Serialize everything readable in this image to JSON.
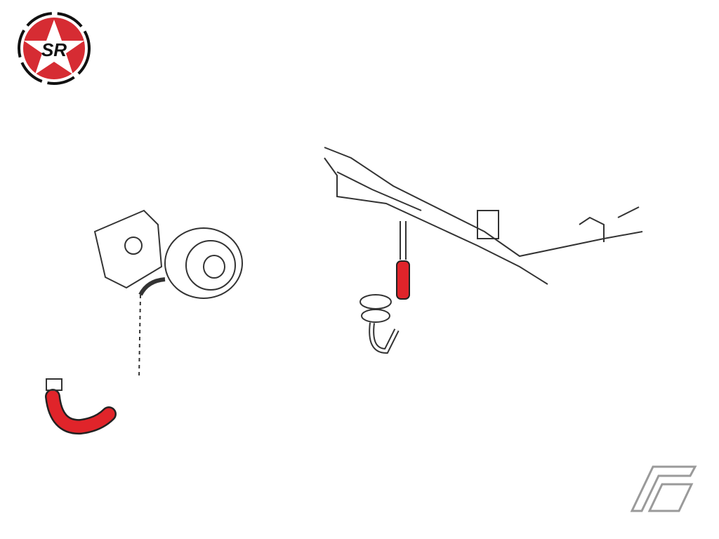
{
  "logo": {
    "text": "SR",
    "color": "#d62c33"
  },
  "diagram": {
    "highlight_color": "#e0242a",
    "line_color": "#333333",
    "parts": [
      "water-pump",
      "bypass-hose",
      "water-pipe-assembly",
      "pipe-hose",
      "elbow-pipe"
    ]
  },
  "brand_mark": {
    "color": "#9a9a9a"
  }
}
